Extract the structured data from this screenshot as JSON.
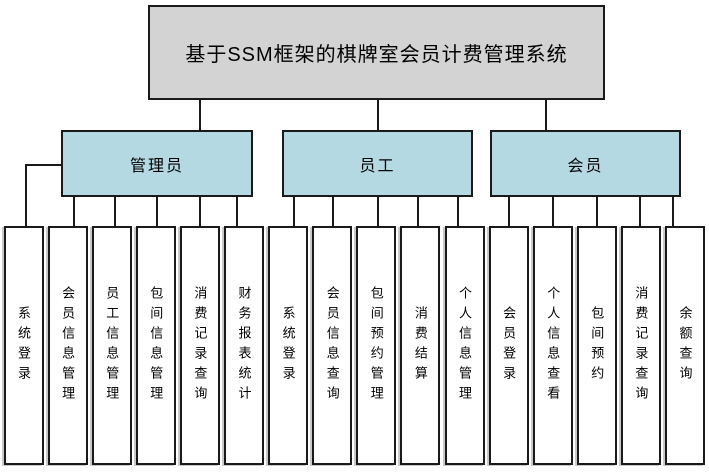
{
  "diagram": {
    "title": "基于SSM框架的棋牌室会员计费管理系统",
    "branches": [
      {
        "label": "管理员",
        "children": [
          "系统登录",
          "会员信息管理",
          "员工信息管理",
          "包间信息管理",
          "消费记录查询",
          "财务报表统计"
        ]
      },
      {
        "label": "员工",
        "children": [
          "系统登录",
          "会员信息查询",
          "包间预约管理",
          "消费结算",
          "个人信息管理"
        ]
      },
      {
        "label": "会员",
        "children": [
          "会员登录",
          "个人信息查看",
          "包间预约",
          "消费记录查询",
          "余额查询"
        ]
      }
    ],
    "colors": {
      "root_fill": "#d3d3d3",
      "branch_fill": "#b5d9e3",
      "leaf_fill": "#ffffff",
      "line": "#1a1a1a"
    }
  }
}
